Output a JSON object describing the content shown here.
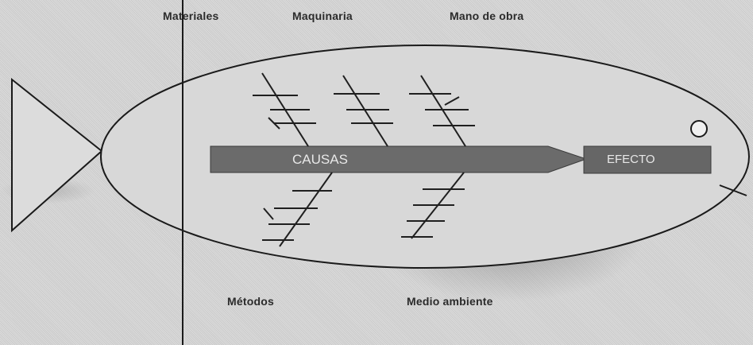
{
  "categories": {
    "top": [
      "Materiales",
      "Maquinaria",
      "Mano de obra"
    ],
    "bottom": [
      "Métodos",
      "Medio ambiente"
    ]
  },
  "spine": {
    "causes_label": "CAUSAS",
    "effect_label": "EFECTO"
  },
  "colors": {
    "spine": "#6b6b6b",
    "effect_box": "#666666",
    "lines": "#1f1f1f"
  }
}
